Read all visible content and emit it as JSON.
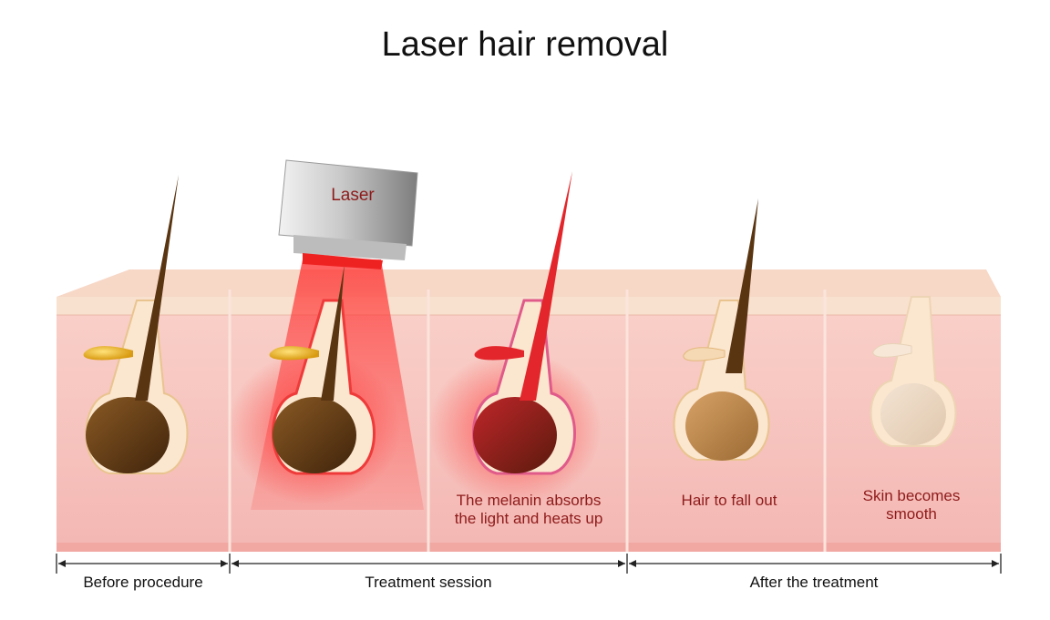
{
  "title": "Laser hair removal",
  "device": {
    "label": "Laser",
    "icon": "laser-device-icon"
  },
  "stages": [
    {
      "id": "before",
      "caption": ""
    },
    {
      "id": "laser-applied",
      "caption": ""
    },
    {
      "id": "melanin",
      "caption_line1": "The melanin absorbs",
      "caption_line2": "the light and heats up"
    },
    {
      "id": "fall-out",
      "caption": "Hair to fall out"
    },
    {
      "id": "smooth",
      "caption_line1": "Skin becomes",
      "caption_line2": "smooth"
    }
  ],
  "phases": [
    {
      "label": "Before procedure"
    },
    {
      "label": "Treatment session"
    },
    {
      "label": "After the treatment"
    }
  ],
  "colors": {
    "skin": "#f6c4c0",
    "skin_top": "#f9d9cc",
    "hair": "#5a3512",
    "laser": "#e8202a",
    "caption": "#8e1b1b"
  }
}
